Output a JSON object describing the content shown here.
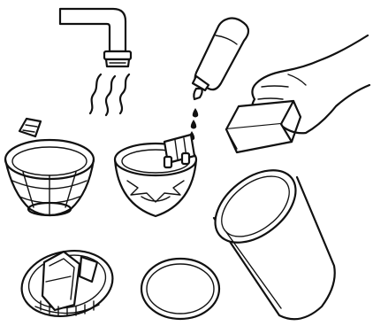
{
  "illustration": {
    "items": [
      {
        "id": "faucet",
        "icon": "faucet-icon"
      },
      {
        "id": "water-stream",
        "icon": "water-wave-icon"
      },
      {
        "id": "soap-bottle",
        "icon": "detergent-bottle-icon"
      },
      {
        "id": "soap-drops",
        "icon": "drop-icon"
      },
      {
        "id": "hand-with-sponge",
        "icon": "hand-sponge-icon"
      },
      {
        "id": "filter-basket",
        "icon": "filter-basket-icon"
      },
      {
        "id": "brew-basket",
        "icon": "brew-basket-icon"
      },
      {
        "id": "cup-body",
        "icon": "tumbler-icon"
      },
      {
        "id": "drink-lid",
        "icon": "lid-icon"
      },
      {
        "id": "gasket-ring",
        "icon": "seal-ring-icon"
      }
    ],
    "colors": {
      "line": "#111111",
      "background": "#ffffff"
    }
  }
}
